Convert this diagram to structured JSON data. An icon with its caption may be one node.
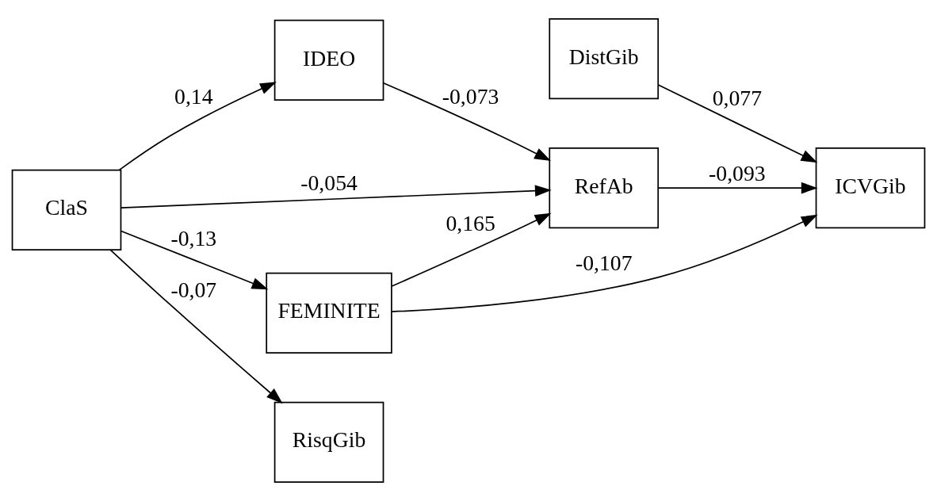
{
  "diagram": {
    "nodes": [
      {
        "text": [
          "DistGib"
        ]
      },
      {
        "text": [
          "IDEO"
        ]
      },
      {
        "text": [
          "RefAb"
        ]
      },
      {
        "text": [
          "FEMINITE"
        ]
      },
      {
        "text": [
          "ClaS"
        ]
      },
      {
        "text": [
          "ICVGib"
        ]
      },
      {
        "text": [
          "RisqGib"
        ]
      }
    ],
    "edges": [
      {
        "from": 4,
        "to": 1,
        "arrow": "to",
        "label": "0,14"
      },
      {
        "from": 1,
        "to": 2,
        "arrow": "to",
        "label": "-0,073"
      },
      {
        "from": 4,
        "to": 3,
        "arrow": "to",
        "label": "-0,13"
      },
      {
        "from": 3,
        "to": 2,
        "arrow": "to",
        "label": "0,165"
      },
      {
        "from": 4,
        "to": 2,
        "arrow": "to",
        "label": "-0,054"
      },
      {
        "from": 3,
        "to": 5,
        "arrow": "to",
        "label": "-0,107"
      },
      {
        "from": 2,
        "to": 5,
        "arrow": "to",
        "label": "-0,093"
      },
      {
        "from": 0,
        "to": 5,
        "arrow": "to",
        "label": "0,077"
      },
      {
        "from": 4,
        "to": 6,
        "arrow": "to",
        "label": "-0,07"
      }
    ]
  }
}
